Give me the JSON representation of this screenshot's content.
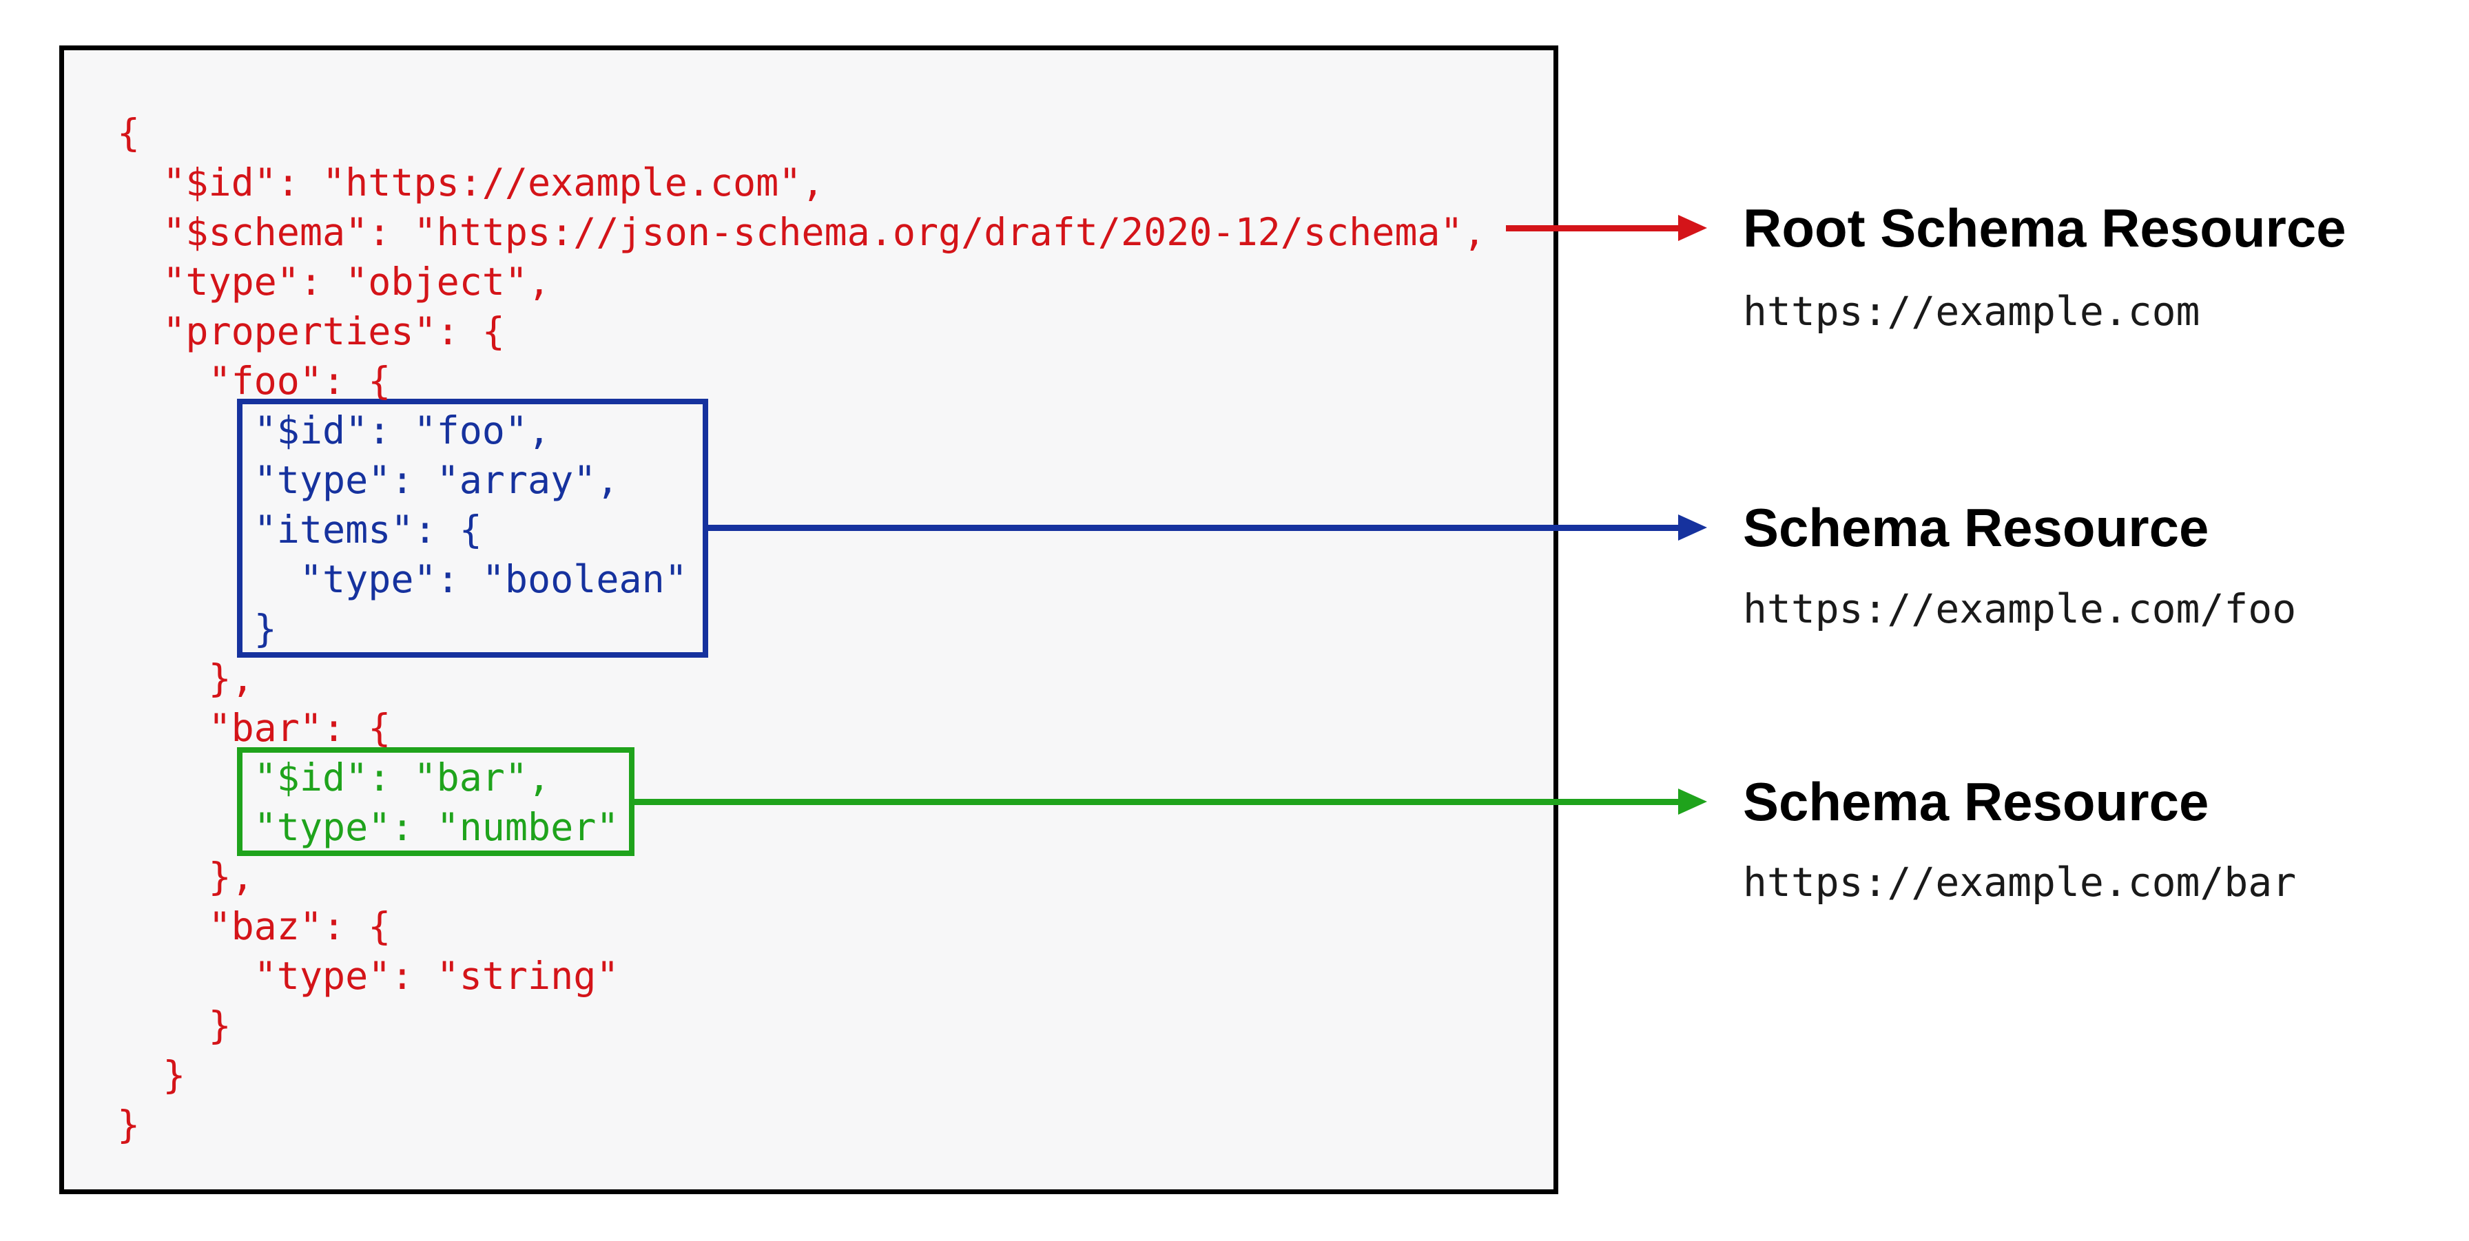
{
  "colors": {
    "red": "#d41419",
    "blue": "#16329e",
    "green": "#1fa31c",
    "box_border": "#000000",
    "box_background": "#f7f7f8"
  },
  "schema_code": {
    "lines": [
      {
        "text": "{",
        "color": "red"
      },
      {
        "text": "  \"$id\": \"https://example.com\",",
        "color": "red"
      },
      {
        "text": "  \"$schema\": \"https://json-schema.org/draft/2020-12/schema\",",
        "color": "red"
      },
      {
        "text": "  \"type\": \"object\",",
        "color": "red"
      },
      {
        "text": "  \"properties\": {",
        "color": "red"
      },
      {
        "text": "    \"foo\": {",
        "color": "red"
      },
      {
        "text": "      \"$id\": \"foo\",",
        "color": "blue"
      },
      {
        "text": "      \"type\": \"array\",",
        "color": "blue"
      },
      {
        "text": "      \"items\": {",
        "color": "blue"
      },
      {
        "text": "        \"type\": \"boolean\"",
        "color": "blue"
      },
      {
        "text": "      }",
        "color": "blue"
      },
      {
        "text": "    },",
        "color": "red"
      },
      {
        "text": "    \"bar\": {",
        "color": "red"
      },
      {
        "text": "      \"$id\": \"bar\",",
        "color": "green"
      },
      {
        "text": "      \"type\": \"number\"",
        "color": "green"
      },
      {
        "text": "    },",
        "color": "red"
      },
      {
        "text": "    \"baz\": {",
        "color": "red"
      },
      {
        "text": "      \"type\": \"string\"",
        "color": "red"
      },
      {
        "text": "    }",
        "color": "red"
      },
      {
        "text": "  }",
        "color": "red"
      },
      {
        "text": "}",
        "color": "red"
      }
    ]
  },
  "annotations": [
    {
      "title": "Root Schema Resource",
      "url": "https://example.com",
      "color": "red"
    },
    {
      "title": "Schema Resource",
      "url": "https://example.com/foo",
      "color": "blue"
    },
    {
      "title": "Schema Resource",
      "url": "https://example.com/bar",
      "color": "green"
    }
  ]
}
